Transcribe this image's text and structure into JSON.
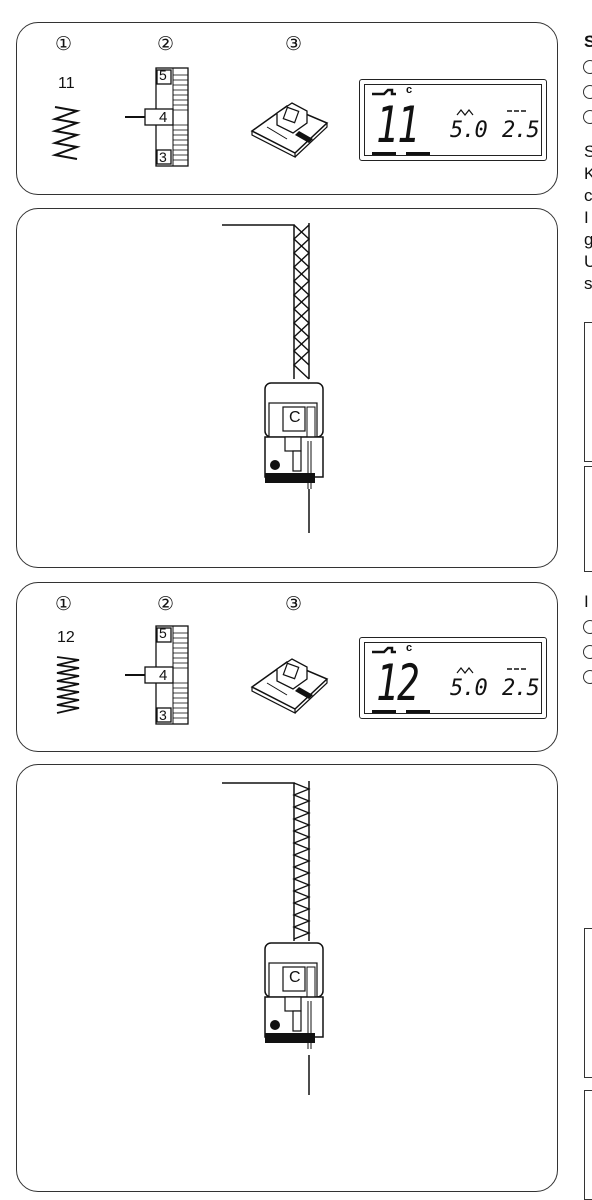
{
  "sections": [
    {
      "labels": {
        "c1": "①",
        "c2": "②",
        "c3": "③"
      },
      "stitch_number": "11",
      "dial": {
        "top": "5",
        "mid": "4",
        "bot": "3"
      },
      "lcd": {
        "foot": "C",
        "number": "11",
        "width": "5.0",
        "length": "2.5"
      },
      "foot_letter": "C"
    },
    {
      "labels": {
        "c1": "①",
        "c2": "②",
        "c3": "③"
      },
      "stitch_number": "12",
      "dial": {
        "top": "5",
        "mid": "4",
        "bot": "3"
      },
      "lcd": {
        "foot": "C",
        "number": "12",
        "width": "5.0",
        "length": "2.5"
      },
      "foot_letter": "C"
    }
  ],
  "right_column": {
    "heading": "S",
    "lines": [
      "S",
      "K",
      "c",
      "I",
      "g",
      "U",
      "s"
    ],
    "heading2": "I"
  }
}
